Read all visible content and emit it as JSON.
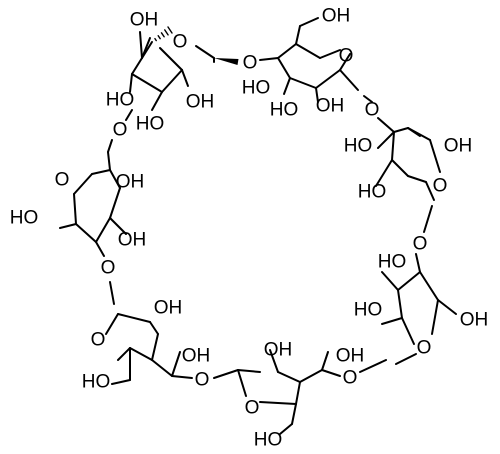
{
  "structure": {
    "hydroxyl": "OH",
    "hydroxyl_left": "HO",
    "ring_oxygen": "O",
    "glycosidic_oxygen": "O"
  },
  "colors": {
    "ink": "#000000",
    "background": "#ffffff"
  }
}
